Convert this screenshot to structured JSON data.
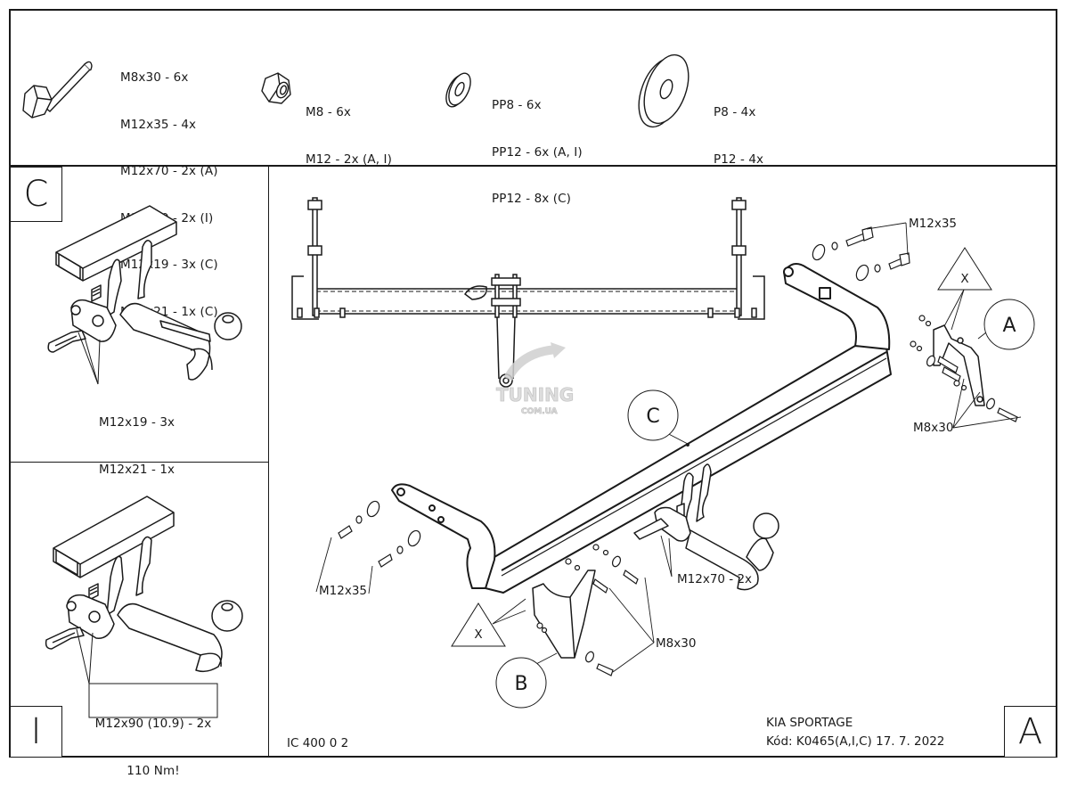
{
  "parts_list": {
    "bolts": {
      "icon": "hex-bolt-icon",
      "lines": [
        "M8x30 - 6x",
        "M12x35 - 4x",
        "M12x70 - 2x (A)",
        "M12x90 - 2x (I)",
        "M12x19 - 3x (C)",
        "M12x21 - 1x (C)"
      ]
    },
    "nuts": {
      "icon": "hex-nut-icon",
      "lines": [
        "M8 - 6x",
        "M12 - 2x (A, I)"
      ]
    },
    "spring_washers": {
      "icon": "washer-icon",
      "lines": [
        "PP8 - 6x",
        "PP12 - 6x (A, I)",
        "PP12 - 8x (C)"
      ]
    },
    "flat_washers": {
      "icon": "large-flat-washer-icon",
      "lines": [
        "P8 - 4x",
        "P12 - 4x"
      ]
    }
  },
  "panel_c": {
    "letter": "C",
    "labels": [
      "M12x19 - 3x",
      "M12x21 - 1x"
    ]
  },
  "panel_i": {
    "letter": "I",
    "labels": [
      "M12x90 (10.9) - 2x",
      "110 Nm!"
    ]
  },
  "main": {
    "letter": "A",
    "callouts": {
      "c": "C",
      "a": "A",
      "b": "B",
      "x1": "X",
      "x2": "X"
    },
    "labels": {
      "m12x35_top": "M12x35",
      "m8x30_right": "M8x30",
      "m12x35_left": "M12x35",
      "m12x70": "M12x70 - 2x",
      "m8x30_bottom": "M8x30"
    },
    "watermark": {
      "main": "TUNING",
      "sub": "COM.UA"
    },
    "drawing_number": "IC 400 0 2",
    "vehicle": "KIA SPORTAGE",
    "code_line": "Kód: K0465(A,I,C)  17. 7. 2022"
  }
}
